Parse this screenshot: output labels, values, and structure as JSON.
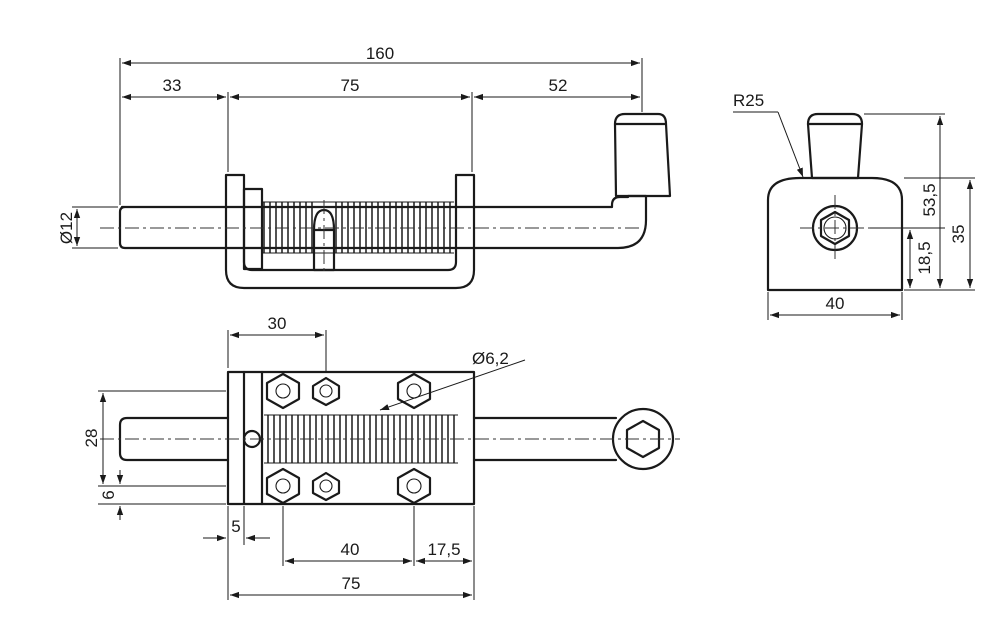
{
  "dimensions": {
    "overall_length": "160",
    "rod_left": "33",
    "housing_length": "75",
    "handle_right": "52",
    "rod_diameter": "Ø12",
    "radius": "R25",
    "height_total": "53,5",
    "height_mid": "35",
    "height_axis": "18,5",
    "end_width": "40",
    "hole_spacing_top": "30",
    "hole_diameter": "Ø6,2",
    "base_width": "28",
    "offset_bottom": "6",
    "flange_thickness": "5",
    "hole_spacing": "40",
    "edge_distance": "17,5",
    "plate_length": "75"
  }
}
